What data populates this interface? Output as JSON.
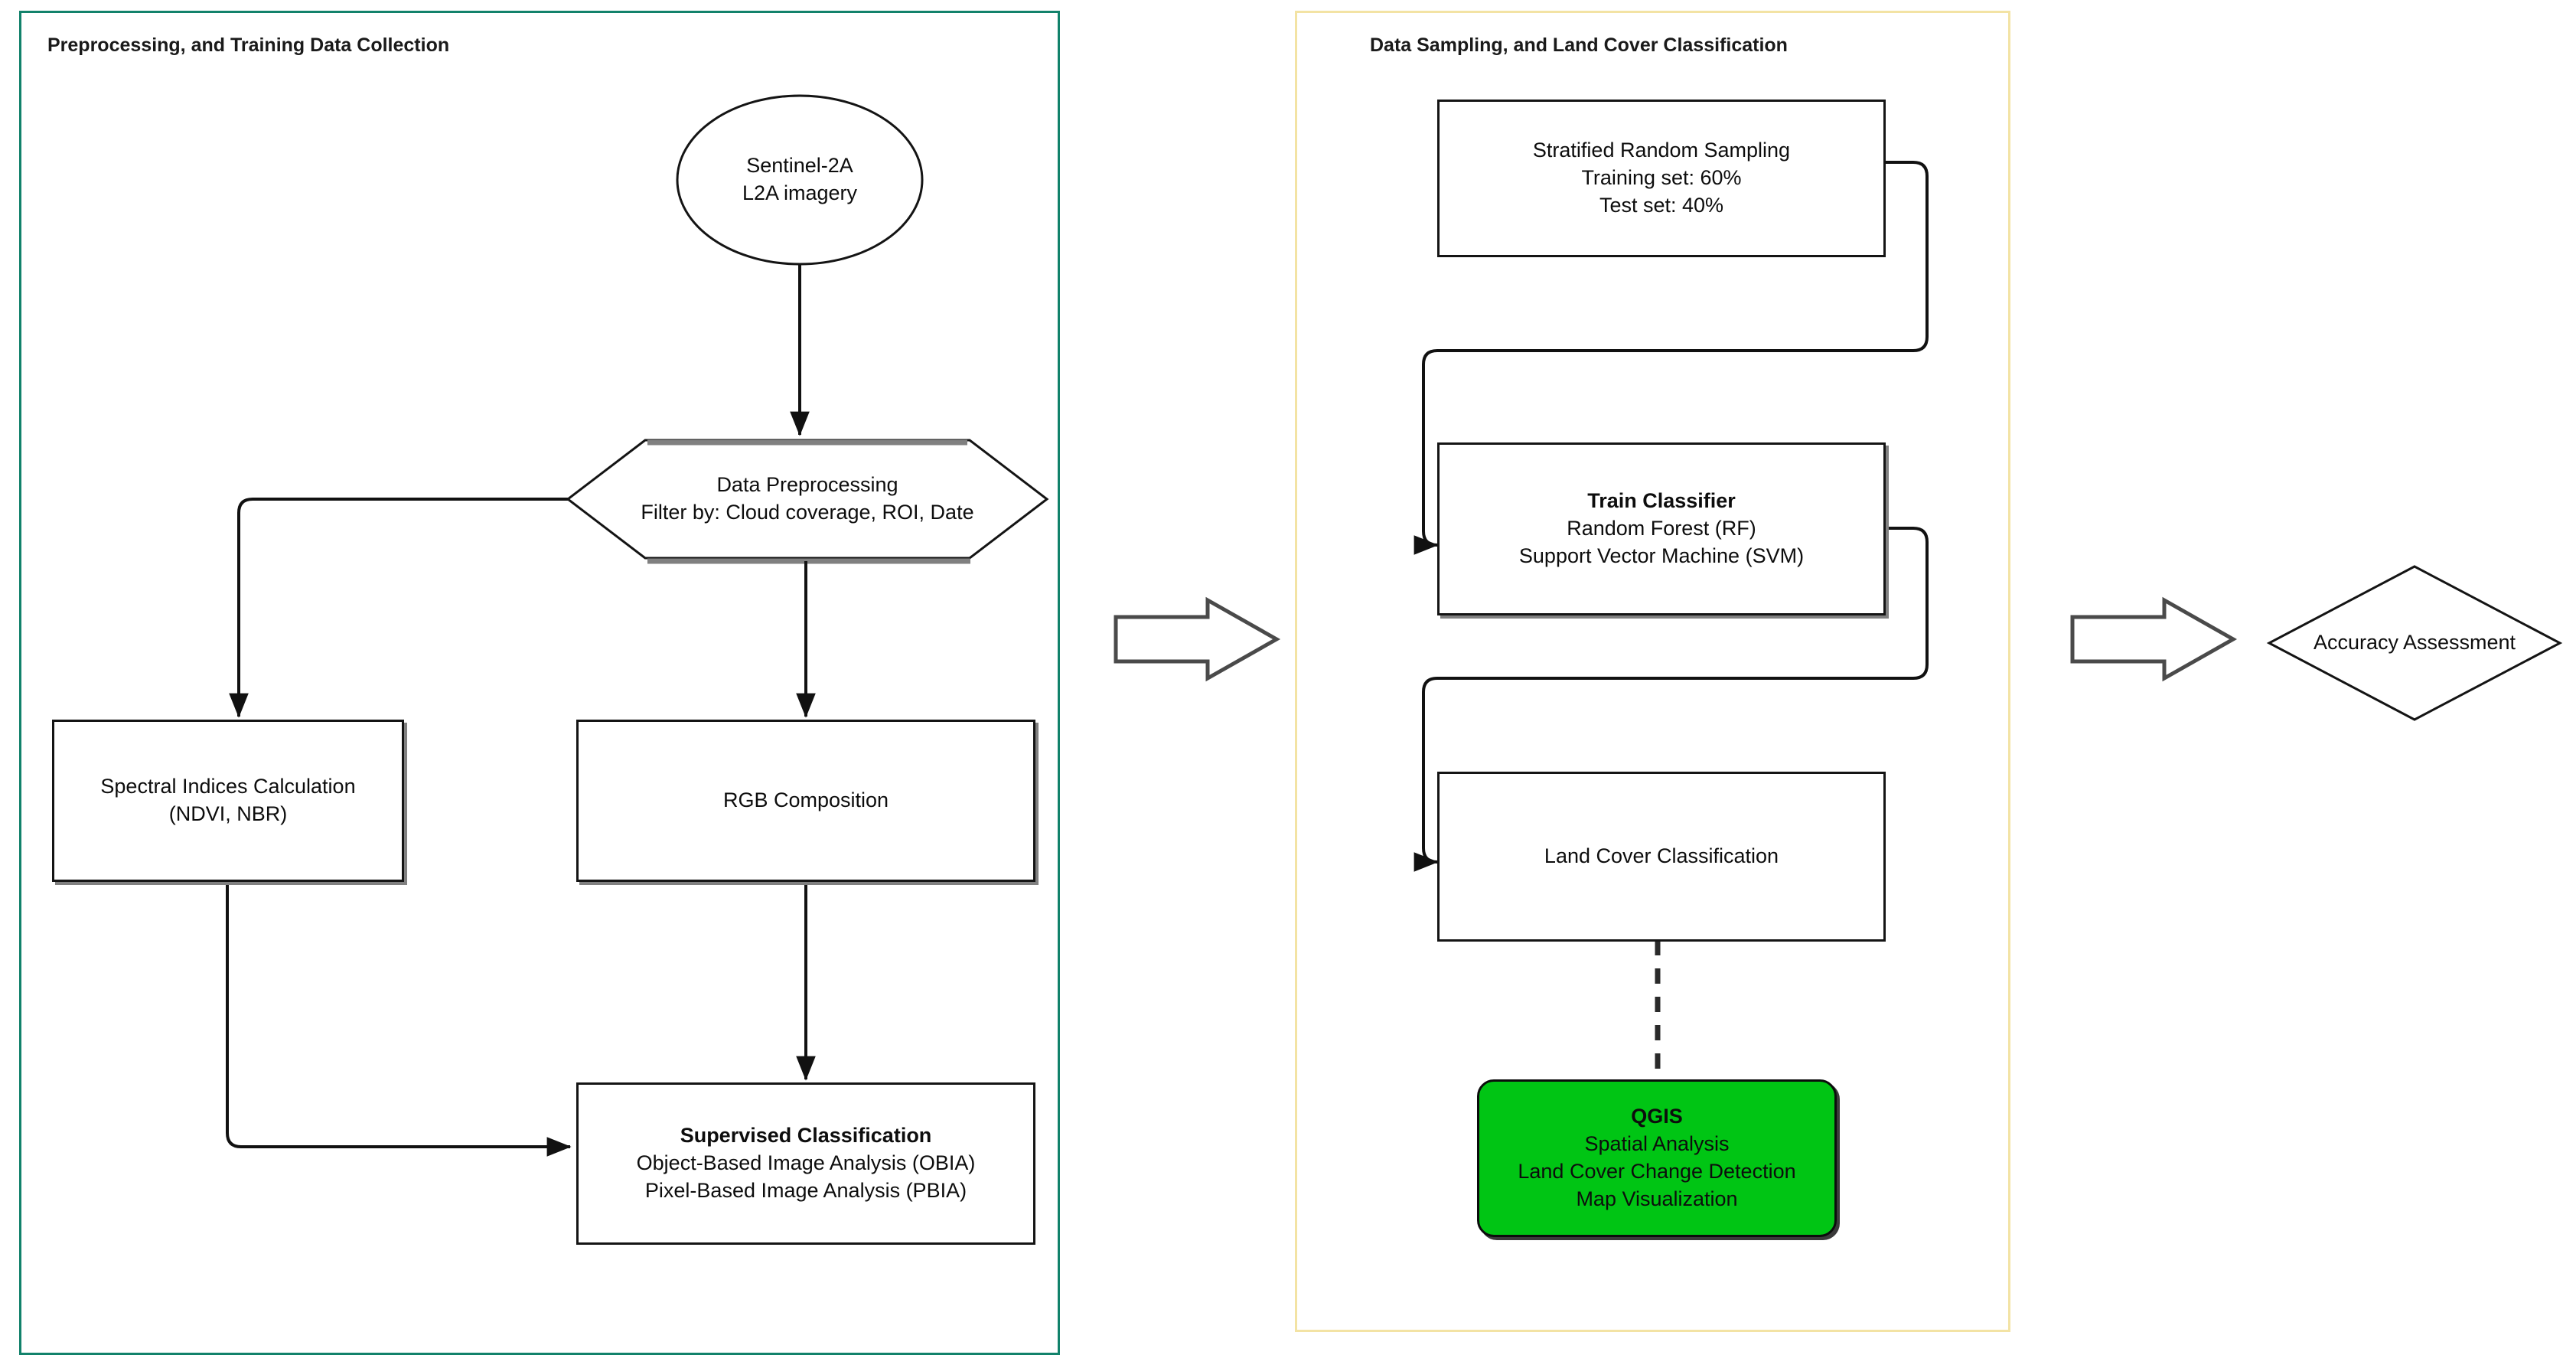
{
  "diagram": {
    "title_hidden": "",
    "panels": [
      {
        "id": "panel-preprocessing",
        "title": "Preprocessing, and Training Data Collection",
        "border_color": "#12826b"
      },
      {
        "id": "panel-classification",
        "title": "Data Sampling, and Land Cover Classification",
        "border_color": "#f3e3a4"
      }
    ],
    "nodes": {
      "sentinel": {
        "shape": "ellipse",
        "lines": [
          "Sentinel-2A",
          "L2A imagery"
        ]
      },
      "preprocessing": {
        "shape": "hexagon",
        "lines": [
          "Data Preprocessing",
          "Filter by: Cloud coverage, ROI, Date"
        ]
      },
      "spectral_indices": {
        "shape": "rect",
        "lines": [
          "Spectral Indices Calculation",
          "(NDVI, NBR)"
        ]
      },
      "rgb_composition": {
        "shape": "rect",
        "lines": [
          "RGB Composition"
        ]
      },
      "supervised_classification": {
        "shape": "rect",
        "title": "Supervised Classification",
        "lines": [
          "Object-Based Image Analysis (OBIA)",
          "Pixel-Based Image Analysis (PBIA)"
        ]
      },
      "stratified_sampling": {
        "shape": "rect",
        "lines": [
          "Stratified Random Sampling",
          "Training set: 60%",
          "Test set: 40%"
        ]
      },
      "train_classifier": {
        "shape": "rect",
        "title": "Train Classifier",
        "lines": [
          "Random Forest (RF)",
          "Support Vector Machine (SVM)"
        ]
      },
      "land_cover_classification": {
        "shape": "rect",
        "lines": [
          "Land Cover Classification"
        ]
      },
      "qgis": {
        "shape": "rounded-rect",
        "title": "QGIS",
        "fill": "#00C514",
        "lines": [
          "Spatial Analysis",
          "Land Cover Change Detection",
          "Map Visualization"
        ]
      },
      "accuracy_assessment": {
        "shape": "diamond",
        "lines": [
          "Accuracy Assessment"
        ]
      }
    },
    "connectors": {
      "block_arrow_1": "stage-transition-arrow",
      "block_arrow_2": "stage-transition-arrow"
    }
  }
}
